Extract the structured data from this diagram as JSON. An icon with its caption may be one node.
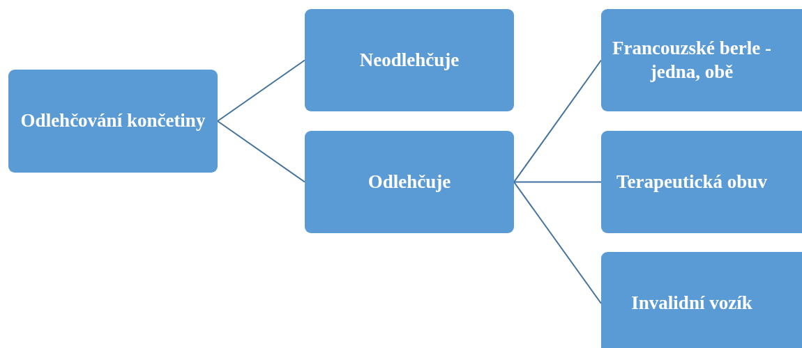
{
  "diagram": {
    "nodes": [
      {
        "text": [
          "Odlehčování končetiny"
        ]
      },
      {
        "text": [
          "Neodlehčuje"
        ]
      },
      {
        "text": [
          "Odlehčuje"
        ]
      },
      {
        "text": [
          "Francouzské berle - jedna, obě"
        ]
      },
      {
        "text": [
          "Terapeutická obuv"
        ]
      },
      {
        "text": [
          "Invalidní vozík"
        ]
      }
    ],
    "edges": [
      {
        "from": 0,
        "to": 1,
        "arrow": "none"
      },
      {
        "from": 0,
        "to": 2,
        "arrow": "none"
      },
      {
        "from": 2,
        "to": 3,
        "arrow": "none"
      },
      {
        "from": 2,
        "to": 4,
        "arrow": "none"
      },
      {
        "from": 2,
        "to": 5,
        "arrow": "none"
      }
    ]
  }
}
